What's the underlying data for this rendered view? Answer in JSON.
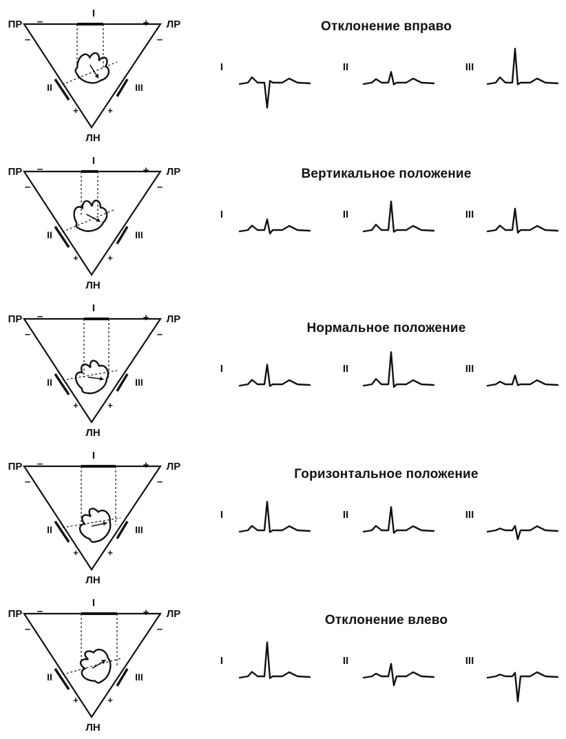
{
  "leads": {
    "corner_right_arm": "ПР",
    "corner_left_arm": "ЛР",
    "corner_left_leg": "ЛН",
    "lead_I": "I",
    "lead_II": "II",
    "lead_III": "III",
    "minus": "–",
    "plus": "+"
  },
  "rows": [
    {
      "title": "Отклонение вправо",
      "waves": {
        "I": [
          0.3,
          -1.4,
          0.1
        ],
        "II": [
          0.2,
          0.6,
          -0.1
        ],
        "III": [
          0.3,
          1.9,
          -0.1
        ]
      }
    },
    {
      "title": "Вертикальное положение",
      "waves": {
        "I": [
          0.25,
          0.6,
          -0.2
        ],
        "II": [
          0.3,
          1.6,
          -0.1
        ],
        "III": [
          0.25,
          1.2,
          -0.15
        ]
      }
    },
    {
      "title": "Нормальное положение",
      "waves": {
        "I": [
          0.25,
          1.1,
          -0.1
        ],
        "II": [
          0.3,
          1.8,
          -0.15
        ],
        "III": [
          0.15,
          0.5,
          -0.05
        ]
      }
    },
    {
      "title": "Горизонтальное положение",
      "waves": {
        "I": [
          0.25,
          1.6,
          -0.1
        ],
        "II": [
          0.25,
          1.3,
          -0.15
        ],
        "III": [
          0.1,
          0.25,
          -0.5
        ]
      }
    },
    {
      "title": "Отклонение влево",
      "waves": {
        "I": [
          0.25,
          1.9,
          -0.1
        ],
        "II": [
          0.15,
          0.7,
          -0.5
        ],
        "III": [
          0.1,
          0.2,
          -1.4
        ]
      }
    }
  ]
}
